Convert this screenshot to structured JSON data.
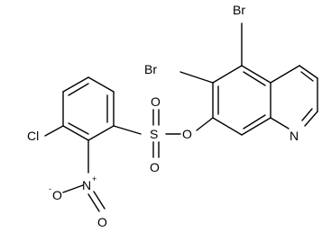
{
  "molecule": {
    "atoms": {
      "br_top": "Br",
      "br_left": "Br",
      "cl": "Cl",
      "s": "S",
      "o_upper": "O",
      "o_lower": "O",
      "o_ester": "O",
      "n_ring": "N",
      "n_nitro": "N",
      "o_nitro_top": "O",
      "o_nitro_bottom": "O",
      "nitro_minus": "-",
      "nitro_plus": "+"
    }
  }
}
